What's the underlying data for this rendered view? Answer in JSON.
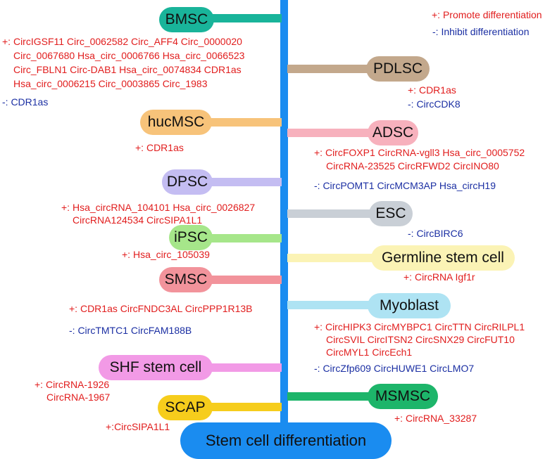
{
  "legend": {
    "promote": "+: Promote differentiation",
    "inhibit": "-: Inhibit differentiation"
  },
  "root_label": "Stem cell differentiation",
  "colors": {
    "trunk": "#1a8cf0",
    "promote_text": "#e11d1d",
    "inhibit_text": "#1b2fa3"
  },
  "left_cells": [
    {
      "label": "BMSC",
      "color": "#19b49a",
      "promote": [
        "+: CircIGSF11  Circ_0062582 Circ_AFF4  Circ_0000020",
        "Circ_0067680  Hsa_circ_0006766  Hsa_circ_0066523",
        "Circ_FBLN1  Circ-DAB1  Hsa_circ_0074834  CDR1as",
        "Hsa_circ_0006215  Circ_0003865  Circ_1983"
      ],
      "inhibit": [
        "-: CDR1as"
      ]
    },
    {
      "label": "hucMSC",
      "color": "#f7c37a",
      "promote": [
        "+: CDR1as"
      ],
      "inhibit": []
    },
    {
      "label": "DPSC",
      "color": "#c4bdf2",
      "promote": [
        "+: Hsa_circRNA_104101  Hsa_circ_0026827",
        "CircRNA124534  CircSIPA1L1"
      ],
      "inhibit": []
    },
    {
      "label": "iPSC",
      "color": "#a6e68a",
      "promote": [
        "+:  Hsa_circ_105039"
      ],
      "inhibit": []
    },
    {
      "label": "SMSC",
      "color": "#f2939b",
      "promote": [
        "+: CDR1as  CircFNDC3AL  CircPPP1R13B"
      ],
      "inhibit": [
        "-: CircTMTC1  CircFAM188B"
      ]
    },
    {
      "label": "SHF stem cell",
      "color": "#f29ae6",
      "promote": [
        "+: CircRNA-1926",
        "CircRNA-1967"
      ],
      "inhibit": []
    },
    {
      "label": "SCAP",
      "color": "#f6cd1c",
      "promote": [
        "+:CircSIPA1L1"
      ],
      "inhibit": []
    }
  ],
  "right_cells": [
    {
      "label": "PDLSC",
      "color": "#c3a88c",
      "promote": [
        "+: CDR1as"
      ],
      "inhibit": [
        "-: CircCDK8"
      ]
    },
    {
      "label": "ADSC",
      "color": "#f7b1bd",
      "promote": [
        "+: CircFOXP1  CircRNA-vgll3  Hsa_circ_0005752",
        "CircRNA-23525  CircRFWD2  CircINO80"
      ],
      "inhibit": [
        "-: CircPOMT1  CircMCM3AP  Hsa_circH19"
      ]
    },
    {
      "label": "ESC",
      "color": "#c9cfd6",
      "promote": [],
      "inhibit": [
        "-: CircBIRC6"
      ]
    },
    {
      "label": "Germline stem cell",
      "color": "#fbf3b5",
      "promote": [
        "+: CircRNA Igf1r"
      ],
      "inhibit": []
    },
    {
      "label": "Myoblast",
      "color": "#aee3f3",
      "promote": [
        "+: CircHIPK3  CircMYBPC1  CircTTN  CircRILPL1",
        "CircSVIL  CircITSN2  CircSNX29  CircFUT10",
        "CircMYL1  CircEch1"
      ],
      "inhibit": [
        "-: CircZfp609  CircHUWE1  CircLMO7"
      ]
    },
    {
      "label": "MSMSC",
      "color": "#1db56a",
      "promote": [
        "+: CircRNA_33287"
      ],
      "inhibit": []
    }
  ]
}
